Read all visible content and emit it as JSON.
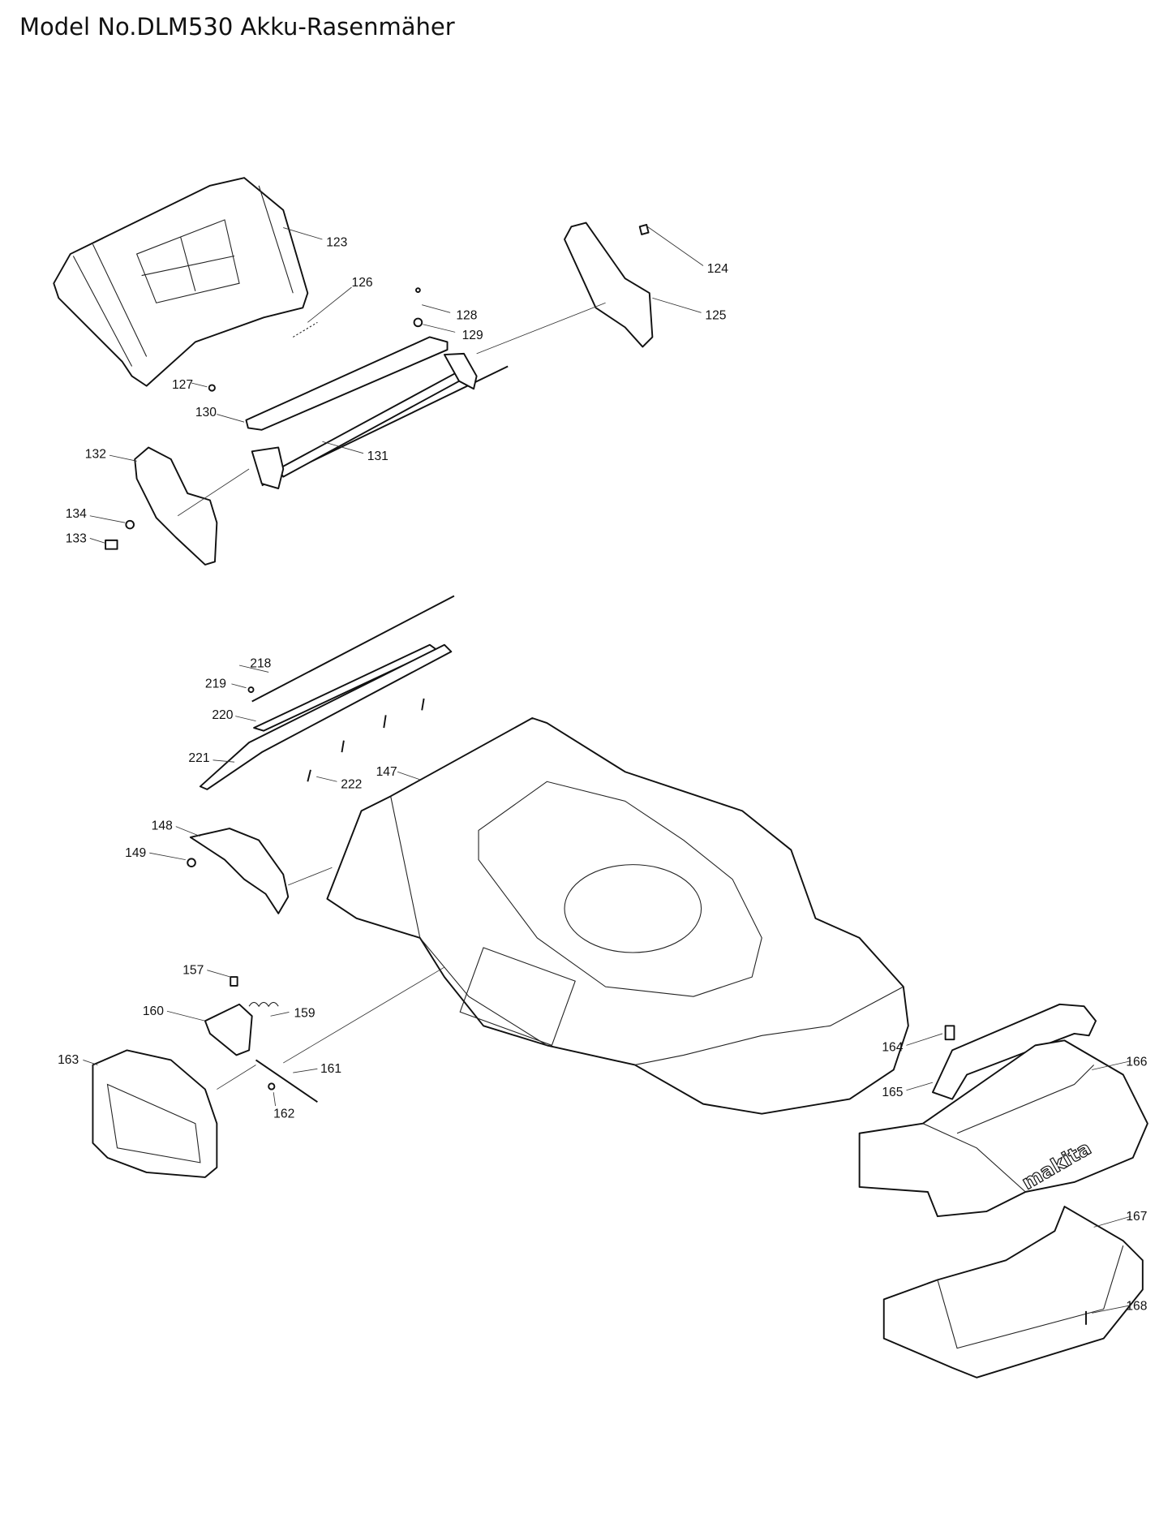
{
  "title": "Model No.DLM530 Akku-Rasenmäher",
  "brand_logo": "makita",
  "callouts": {
    "p123": "123",
    "p124": "124",
    "p125": "125",
    "p126": "126",
    "p127": "127",
    "p128": "128",
    "p129": "129",
    "p130": "130",
    "p131": "131",
    "p132": "132",
    "p133": "133",
    "p134": "134",
    "p147": "147",
    "p148": "148",
    "p149": "149",
    "p157": "157",
    "p159": "159",
    "p160": "160",
    "p161": "161",
    "p162": "162",
    "p163": "163",
    "p164": "164",
    "p165": "165",
    "p166": "166",
    "p167": "167",
    "p168": "168",
    "p218": "218",
    "p219": "219",
    "p220": "220",
    "p221": "221",
    "p222": "222"
  }
}
